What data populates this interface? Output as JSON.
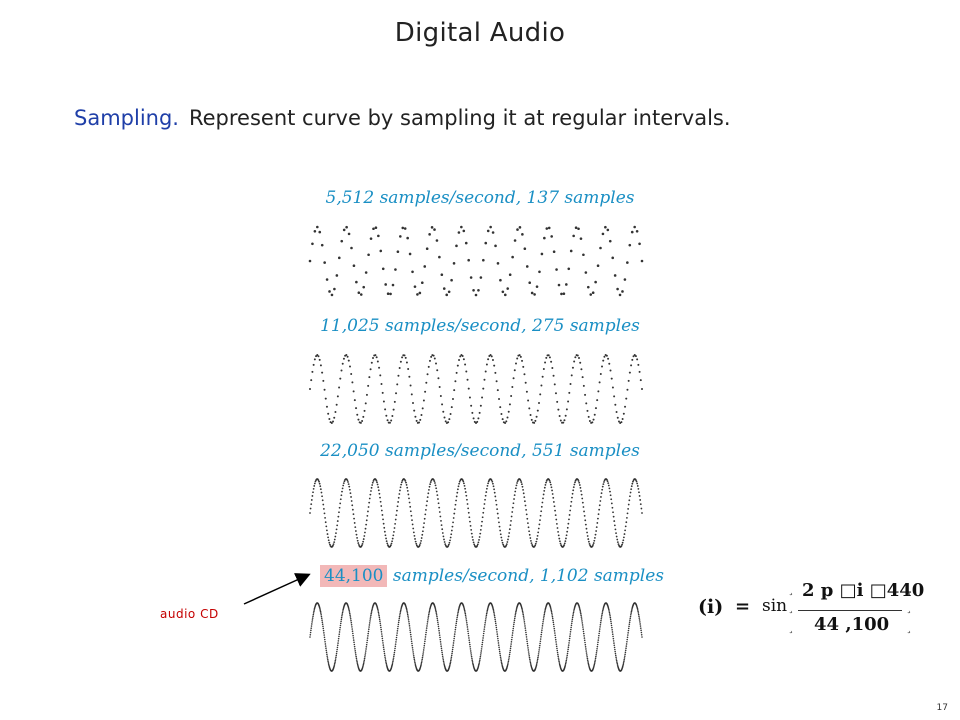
{
  "slide": {
    "title": "Digital Audio",
    "lead_keyword": "Sampling.",
    "lead_text": "Represent curve by sampling it at regular intervals.",
    "page_number": "17"
  },
  "captions": [
    "5,512 samples/second, 137 samples",
    "11,025 samples/second, 275 samples",
    "22,050 samples/second, 551 samples",
    "44,100 samples/second, 1,102 samples"
  ],
  "last_caption": {
    "highlight": "44,100",
    "rest": " samples/second, 1,102 samples"
  },
  "waves": [
    {
      "samples_per_second": 5512,
      "samples": 137
    },
    {
      "samples_per_second": 11025,
      "samples": 275
    },
    {
      "samples_per_second": 22050,
      "samples": 551
    },
    {
      "samples_per_second": 44100,
      "samples": 1102
    }
  ],
  "annotation": {
    "label": "audio CD"
  },
  "formula": {
    "lhs": "(i)",
    "equals": "=",
    "function": "sin",
    "numerator": "2 p □i □440",
    "denominator": "44 ,100"
  },
  "colors": {
    "keyword": "#1f3fa8",
    "caption": "#1a8fc4",
    "highlight": "#f2b8b8",
    "annotation": "#c40000"
  }
}
